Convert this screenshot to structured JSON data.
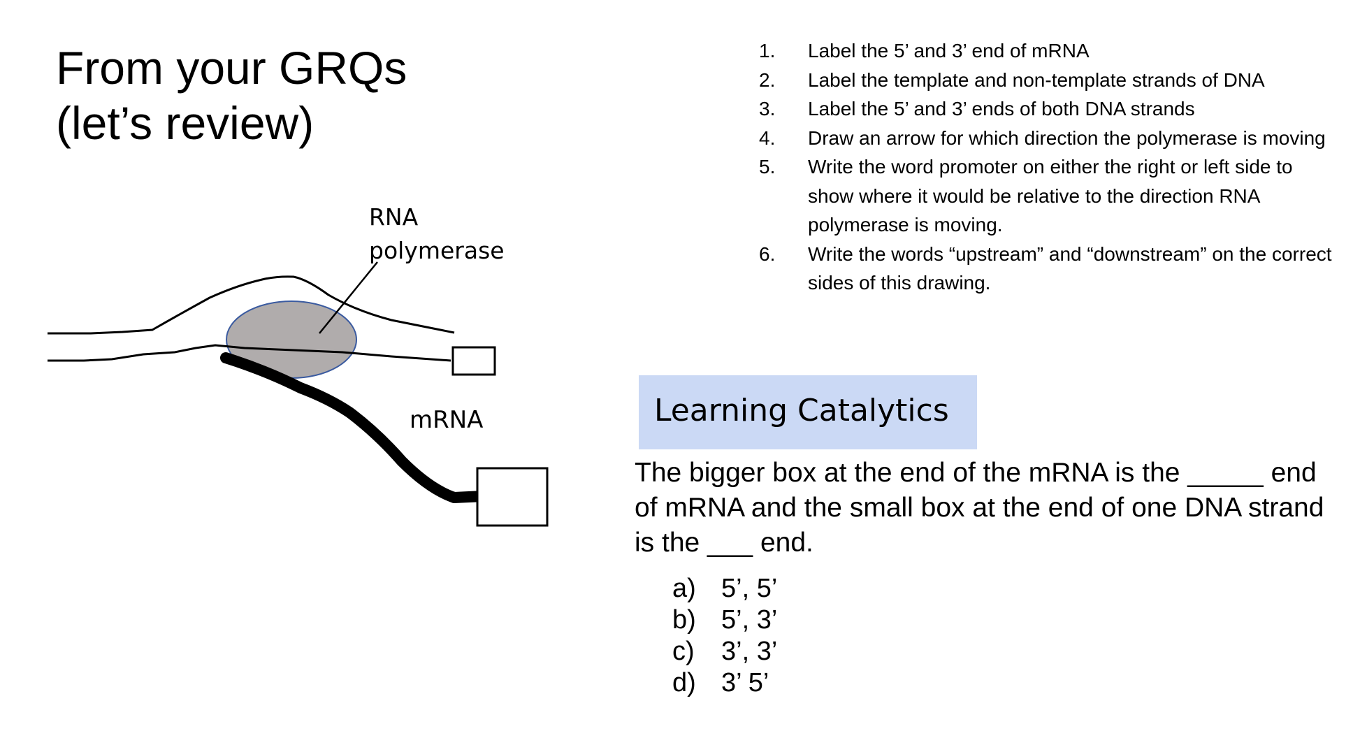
{
  "slide": {
    "title_line1": "From your GRQs",
    "title_line2": "(let’s review)"
  },
  "diagram": {
    "polymerase_label_line1": "RNA",
    "polymerase_label_line2": "polymerase",
    "mrna_label": "mRNA",
    "polymerase_fill": "#b0acac",
    "polymerase_outline": "#3b5ba0"
  },
  "instructions": [
    {
      "num": "1.",
      "text": "Label the 5’ and 3’ end of mRNA"
    },
    {
      "num": "2.",
      "text": "Label the template and non-template strands of DNA"
    },
    {
      "num": "3.",
      "text": "Label the 5’ and 3’ ends of both DNA strands"
    },
    {
      "num": "4.",
      "text": "Draw an arrow for which direction the polymerase is moving"
    },
    {
      "num": "5.",
      "text": "Write the word promoter on either the right or left side to show where it would be relative to the direction RNA polymerase is moving."
    },
    {
      "num": "6.",
      "text": "Write the words “upstream” and “downstream” on the correct sides of this drawing."
    }
  ],
  "learning_catalytics": {
    "banner": "Learning Catalytics",
    "banner_color": "#cbd9f5",
    "question": "The bigger box at the end of the mRNA is the _____ end of mRNA and the small box at the end of one DNA strand is the ___ end.",
    "choices": [
      {
        "letter": "a)",
        "text": "5’, 5’"
      },
      {
        "letter": "b)",
        "text": "5’, 3’"
      },
      {
        "letter": "c)",
        "text": "3’, 3’"
      },
      {
        "letter": "d)",
        "text": "3’ 5’"
      }
    ]
  }
}
